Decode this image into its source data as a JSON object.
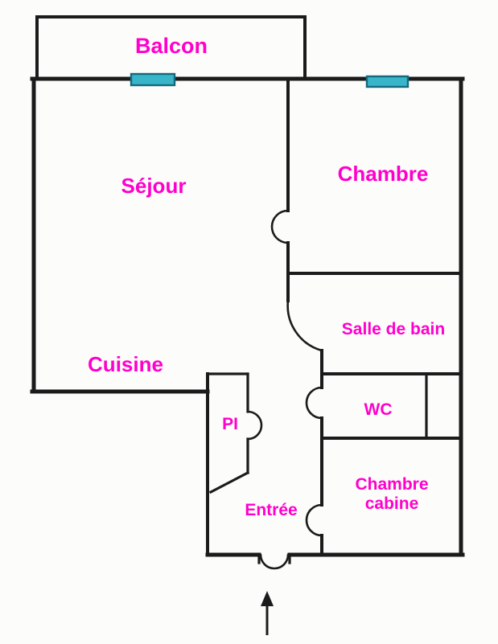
{
  "plan": {
    "rooms": {
      "balcon": {
        "label": "Balcon"
      },
      "sejour": {
        "label": "Séjour"
      },
      "chambre": {
        "label": "Chambre"
      },
      "salle_de_bain": {
        "label": "Salle de bain"
      },
      "cuisine": {
        "label": "Cuisine"
      },
      "wc": {
        "label": "WC"
      },
      "pi": {
        "label": "PI"
      },
      "entree": {
        "label": "Entrée"
      },
      "chambre_cabine": {
        "line1": "Chambre",
        "line2": "cabine"
      }
    },
    "icons": {
      "windows": "window-icon",
      "doors": "door-swing-icon",
      "entrance_arrow": "entrance-arrow-icon"
    },
    "colors": {
      "label_text": "#ff00cc",
      "wall": "#1b1b1b",
      "window_fill": "#38b5c8",
      "window_border": "#15697c",
      "background": "#fcfcfa"
    }
  }
}
